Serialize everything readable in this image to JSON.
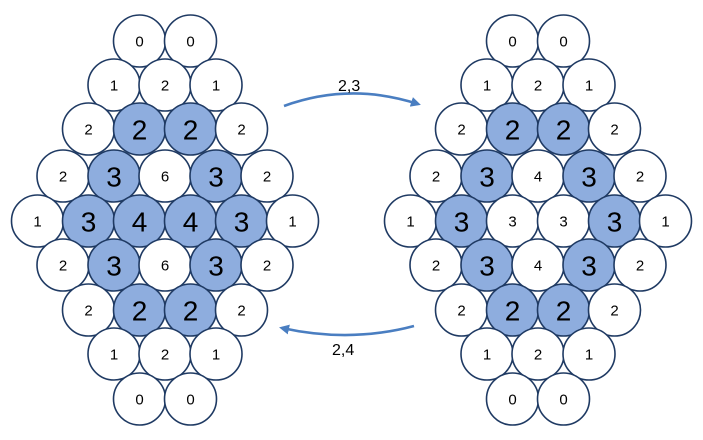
{
  "colors": {
    "highlight": "#8eadde",
    "plain": "#ffffff",
    "outline": "#1f3a63",
    "arrow": "#4a7ec1"
  },
  "arrows": {
    "top_label": "2,3",
    "bottom_label": "2,4"
  },
  "boards": [
    {
      "name": "left",
      "rows": [
        [
          {
            "v": "0",
            "h": false
          },
          {
            "v": "0",
            "h": false
          }
        ],
        [
          {
            "v": "1",
            "h": false
          },
          {
            "v": "2",
            "h": false
          },
          {
            "v": "1",
            "h": false
          }
        ],
        [
          {
            "v": "2",
            "h": false
          },
          {
            "v": "2",
            "h": true
          },
          {
            "v": "2",
            "h": true
          },
          {
            "v": "2",
            "h": false
          }
        ],
        [
          {
            "v": "2",
            "h": false
          },
          {
            "v": "3",
            "h": true
          },
          {
            "v": "6",
            "h": false
          },
          {
            "v": "3",
            "h": true
          },
          {
            "v": "2",
            "h": false
          }
        ],
        [
          {
            "v": "1",
            "h": false
          },
          {
            "v": "3",
            "h": true
          },
          {
            "v": "4",
            "h": true
          },
          {
            "v": "4",
            "h": true
          },
          {
            "v": "3",
            "h": true
          },
          {
            "v": "1",
            "h": false
          }
        ],
        [
          {
            "v": "2",
            "h": false
          },
          {
            "v": "3",
            "h": true
          },
          {
            "v": "6",
            "h": false
          },
          {
            "v": "3",
            "h": true
          },
          {
            "v": "2",
            "h": false
          }
        ],
        [
          {
            "v": "2",
            "h": false
          },
          {
            "v": "2",
            "h": true
          },
          {
            "v": "2",
            "h": true
          },
          {
            "v": "2",
            "h": false
          }
        ],
        [
          {
            "v": "1",
            "h": false
          },
          {
            "v": "2",
            "h": false
          },
          {
            "v": "1",
            "h": false
          }
        ],
        [
          {
            "v": "0",
            "h": false
          },
          {
            "v": "0",
            "h": false
          }
        ]
      ]
    },
    {
      "name": "right",
      "rows": [
        [
          {
            "v": "0",
            "h": false
          },
          {
            "v": "0",
            "h": false
          }
        ],
        [
          {
            "v": "1",
            "h": false
          },
          {
            "v": "2",
            "h": false
          },
          {
            "v": "1",
            "h": false
          }
        ],
        [
          {
            "v": "2",
            "h": false
          },
          {
            "v": "2",
            "h": true
          },
          {
            "v": "2",
            "h": true
          },
          {
            "v": "2",
            "h": false
          }
        ],
        [
          {
            "v": "2",
            "h": false
          },
          {
            "v": "3",
            "h": true
          },
          {
            "v": "4",
            "h": false
          },
          {
            "v": "3",
            "h": true
          },
          {
            "v": "2",
            "h": false
          }
        ],
        [
          {
            "v": "1",
            "h": false
          },
          {
            "v": "3",
            "h": true
          },
          {
            "v": "3",
            "h": false
          },
          {
            "v": "3",
            "h": false
          },
          {
            "v": "3",
            "h": true
          },
          {
            "v": "1",
            "h": false
          }
        ],
        [
          {
            "v": "2",
            "h": false
          },
          {
            "v": "3",
            "h": true
          },
          {
            "v": "4",
            "h": false
          },
          {
            "v": "3",
            "h": true
          },
          {
            "v": "2",
            "h": false
          }
        ],
        [
          {
            "v": "2",
            "h": false
          },
          {
            "v": "2",
            "h": true
          },
          {
            "v": "2",
            "h": true
          },
          {
            "v": "2",
            "h": false
          }
        ],
        [
          {
            "v": "1",
            "h": false
          },
          {
            "v": "2",
            "h": false
          },
          {
            "v": "1",
            "h": false
          }
        ],
        [
          {
            "v": "0",
            "h": false
          },
          {
            "v": "0",
            "h": false
          }
        ]
      ]
    }
  ]
}
